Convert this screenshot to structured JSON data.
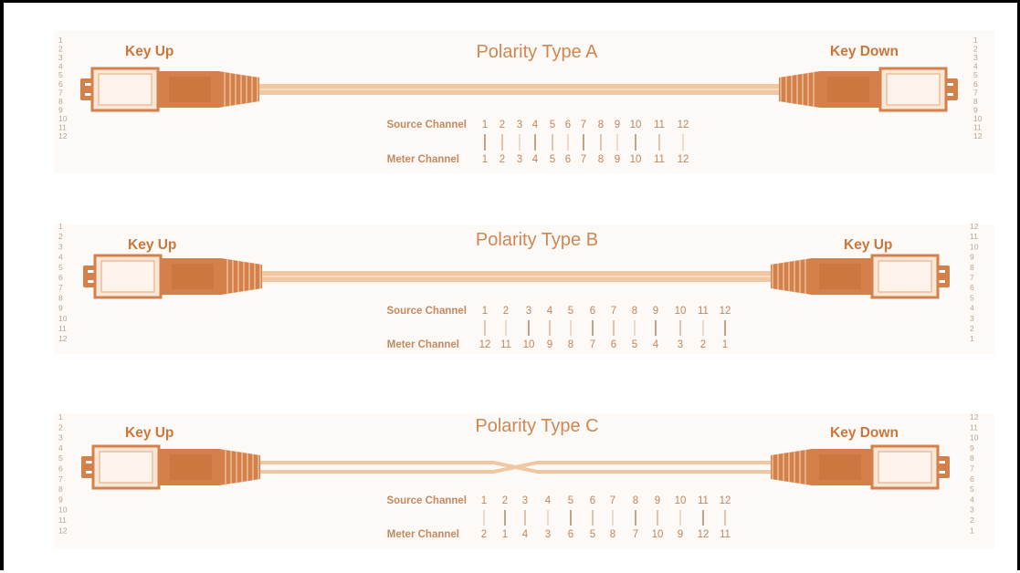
{
  "colors": {
    "connector_dark": "#d3804a",
    "connector_light": "#f8e7d7",
    "cable": "#f0c7a3",
    "panel": "#fcf9f6",
    "text_accent": "#c9773c"
  },
  "source_label": "Source Channel",
  "meter_label": "Meter Channel",
  "diagrams": [
    {
      "title": "Polarity Type A",
      "left_key": "Key Up",
      "right_key": "Key Down",
      "left_pins": [
        "1",
        "2",
        "3",
        "4",
        "5",
        "6",
        "7",
        "8",
        "9",
        "10",
        "11",
        "12"
      ],
      "right_pins": [
        "1",
        "2",
        "3",
        "4",
        "5",
        "6",
        "7",
        "8",
        "9",
        "10",
        "11",
        "12"
      ],
      "source": [
        "1",
        "2",
        "3",
        "4",
        "5",
        "6",
        "7",
        "8",
        "9",
        "10",
        "11",
        "12"
      ],
      "meter": [
        "1",
        "2",
        "3",
        "4",
        "5",
        "6",
        "7",
        "8",
        "9",
        "10",
        "11",
        "12"
      ],
      "cable_style": "straight"
    },
    {
      "title": "Polarity Type B",
      "left_key": "Key Up",
      "right_key": "Key Up",
      "left_pins": [
        "1",
        "2",
        "3",
        "4",
        "5",
        "6",
        "7",
        "8",
        "9",
        "10",
        "11",
        "12"
      ],
      "right_pins": [
        "12",
        "11",
        "10",
        "9",
        "8",
        "7",
        "6",
        "5",
        "4",
        "3",
        "2",
        "1"
      ],
      "source": [
        "1",
        "2",
        "3",
        "4",
        "5",
        "6",
        "7",
        "8",
        "9",
        "10",
        "11",
        "12"
      ],
      "meter": [
        "12",
        "11",
        "10",
        "9",
        "8",
        "7",
        "6",
        "5",
        "4",
        "3",
        "2",
        "1"
      ],
      "cable_style": "straight"
    },
    {
      "title": "Polarity Type C",
      "left_key": "Key Up",
      "right_key": "Key Down",
      "left_pins": [
        "1",
        "2",
        "3",
        "4",
        "5",
        "6",
        "7",
        "8",
        "9",
        "10",
        "11",
        "12"
      ],
      "right_pins": [
        "12",
        "11",
        "10",
        "9",
        "8",
        "7",
        "6",
        "5",
        "4",
        "3",
        "2",
        "1"
      ],
      "source": [
        "1",
        "2",
        "3",
        "4",
        "5",
        "6",
        "7",
        "8",
        "9",
        "10",
        "11",
        "12"
      ],
      "meter": [
        "2",
        "1",
        "4",
        "3",
        "6",
        "5",
        "8",
        "7",
        "10",
        "9",
        "12",
        "11"
      ],
      "cable_style": "twisted"
    }
  ]
}
